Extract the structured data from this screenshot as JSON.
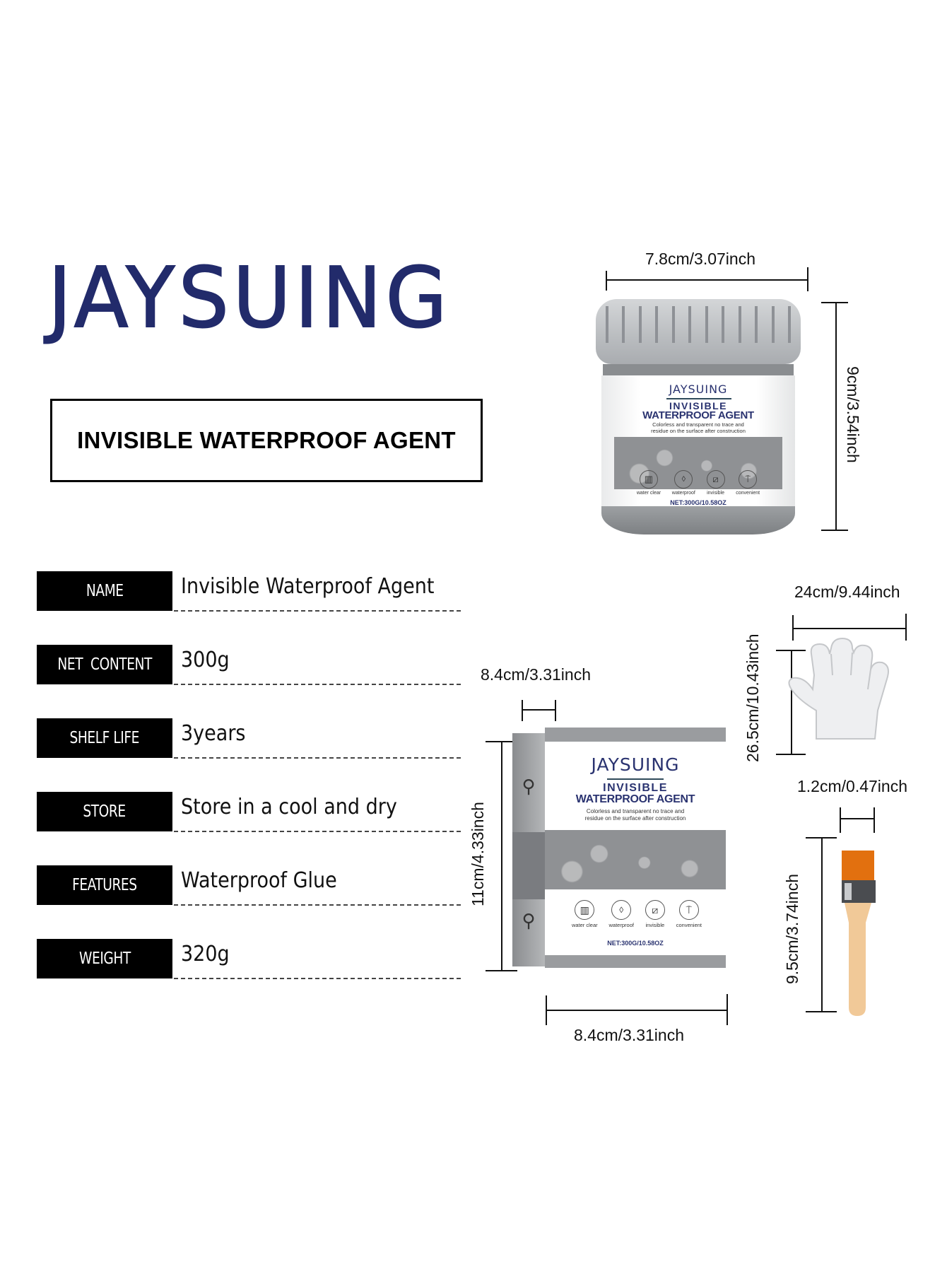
{
  "brand": {
    "logo_text": "JAYSUING",
    "color": "#222b6b"
  },
  "title_box": {
    "text": "INVISIBLE WATERPROOF AGENT"
  },
  "specs": [
    {
      "label": "NAME",
      "value": "Invisible Waterproof Agent"
    },
    {
      "label": "NET  CONTENT",
      "value": "300g"
    },
    {
      "label": "SHELF LIFE",
      "value": "3years"
    },
    {
      "label": "STORE",
      "value": "Store in a cool and dry"
    },
    {
      "label": "FEATURES",
      "value": "Waterproof Glue"
    },
    {
      "label": "WEIGHT",
      "value": "320g"
    }
  ],
  "jar": {
    "width_dim": "7.8cm/3.07inch",
    "height_dim": "9cm/3.54inch",
    "label": {
      "brand": "JAYSUING",
      "title_line1": "INVISIBLE",
      "title_line2": "WATERPROOF AGENT",
      "desc_line1": "Colorless and transparent no trace and",
      "desc_line2": "residue on the surface after construction",
      "icons": [
        {
          "name": "water-clear-icon",
          "caption": "water clear",
          "glyph": "▥"
        },
        {
          "name": "waterproof-icon",
          "caption": "waterproof",
          "glyph": "💧"
        },
        {
          "name": "invisible-icon",
          "caption": "invisible",
          "glyph": "⧄"
        },
        {
          "name": "convenient-icon",
          "caption": "convenient",
          "glyph": "⍑"
        }
      ],
      "net": "NET:300G/10.58OZ"
    }
  },
  "box": {
    "depth_dim": "8.4cm/3.31inch",
    "height_dim": "11cm/4.33inch",
    "width_dim": "8.4cm/3.31inch"
  },
  "glove": {
    "width_dim": "24cm/9.44inch",
    "height_dim": "26.5cm/10.43inch"
  },
  "brush": {
    "width_dim": "1.2cm/0.47inch",
    "height_dim": "9.5cm/3.74inch"
  },
  "colors": {
    "label_navy": "#2a3370",
    "bristle_orange": "#e2700f",
    "handle_wood": "#f1c998",
    "band_gray": "#9a9c9f"
  }
}
